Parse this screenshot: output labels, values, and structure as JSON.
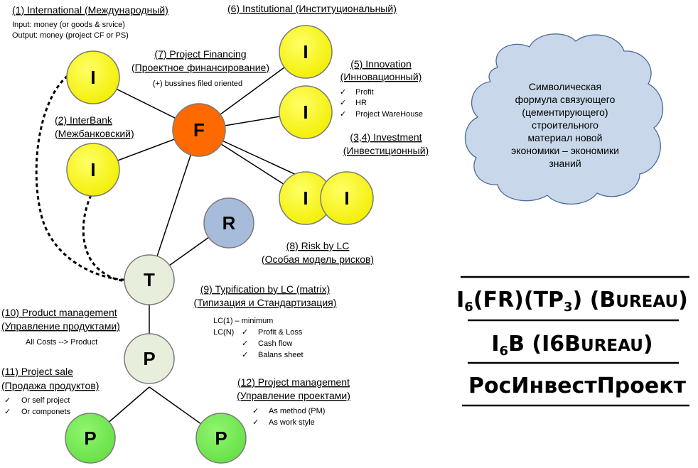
{
  "nodes": {
    "i_international": "I",
    "i_interbank": "I",
    "f_financing": "F",
    "i_institutional": "I",
    "i_innovation": "I",
    "i_invest_a": "I",
    "i_invest_b": "I",
    "r_risk": "R",
    "t_typification": "T",
    "p_product": "P",
    "p_sale": "P",
    "p_project": "P"
  },
  "labels": {
    "international": {
      "title": "(1) International (Международный)",
      "input": "Input: money (or goods & srvice)",
      "output": "Output: money (project CF or PS)"
    },
    "institutional": {
      "title": "(6) Institutional (Институциональный)"
    },
    "project_financing": {
      "title": "(7) Project Financing",
      "subtitle": "(Проектное финансирование)",
      "note": "(+) bussines filed oriented"
    },
    "innovation": {
      "title": "(5) Innovation",
      "subtitle": "(Инновационный)",
      "items": [
        "Profit",
        "HR",
        "Project WareHouse"
      ]
    },
    "interbank": {
      "title": "(2) InterBank",
      "subtitle": "(Межбанковский)"
    },
    "investment": {
      "title": "(3,4) Investment",
      "subtitle": "(Инвестиционный)"
    },
    "risk": {
      "title": "(8) Risk by LC",
      "subtitle": "(Особая модель рисков)"
    },
    "typification": {
      "title": "(9) Typification by LC (matrix)",
      "subtitle": "(Типизация и Стандартизация)",
      "lc1": "LC(1) – minimum",
      "lcn": "LC(N)",
      "items": [
        "Profit & Loss",
        "Cash flow",
        "Balans sheet"
      ]
    },
    "product_management": {
      "title": "(10) Product management",
      "subtitle": "(Управление продуктами)",
      "note": "All  Costs --> Product"
    },
    "project_sale": {
      "title": "(11) Project sale",
      "subtitle": "(Продажа продуктов)",
      "items": [
        "Or self project",
        "Or componets"
      ]
    },
    "project_management": {
      "title": "(12) Project management",
      "subtitle": "(Управление проектами)",
      "items": [
        "As method (PM)",
        "As work style"
      ]
    }
  },
  "cloud": {
    "lines": [
      "Символическая",
      "формула связующего",
      "(цементирующего)",
      "строительного",
      "материал новой",
      "экономики – экономики",
      "знаний"
    ]
  },
  "formula": {
    "line1": {
      "i": "I",
      "sub": "6",
      "fr": "(FR)(TP",
      "sub3": "3",
      "close": ")",
      "b": "(B",
      "ureau": "UREAU",
      "end": ")"
    },
    "line2": {
      "i": "I",
      "sub": "6",
      "b": "B",
      "open": "(I6B",
      "ureau": "UREAU",
      "end": ")"
    },
    "line3": "РосИнвестПроект"
  },
  "colors": {
    "yellow": "#FFFF00",
    "orange": "#FF6A00",
    "blue": "#A7BCDA",
    "cream": "#E8EEDC",
    "green": "#77EE55",
    "cloud": "#C8D8EA"
  }
}
